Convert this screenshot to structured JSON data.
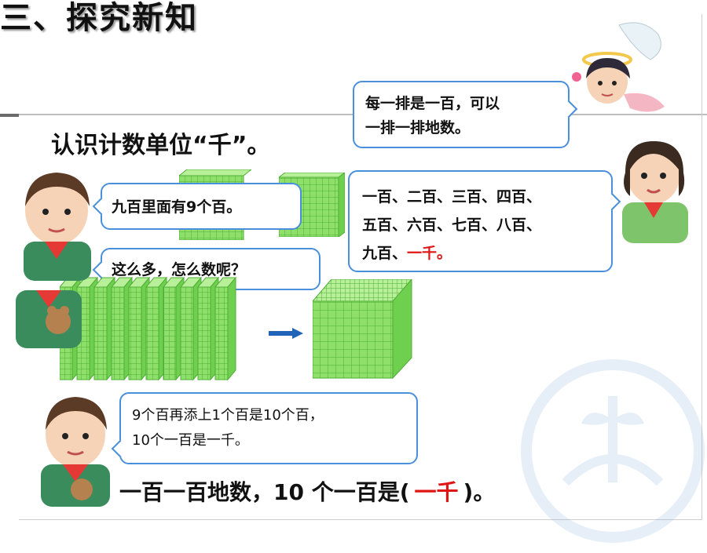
{
  "title": "三、探究新知",
  "subtitle": "认识计数单位“千”。",
  "bubbles": {
    "angel": [
      "每一排是一百，可以",
      "一排一排地数。"
    ],
    "girl": {
      "line1": "一百、二百、三百、四百、",
      "line2": "五百、六百、七百、八百、",
      "line3_prefix": "九百、",
      "line3_red": "一千。"
    },
    "boy1": "九百里面有9个百。",
    "boy2": "这么多，怎么数呢？",
    "boy3": [
      "9个百再添上1个百是10个百，",
      "10个一百是一千。"
    ]
  },
  "conclusion": {
    "prefix": "一百一百地数，10 个一百是(",
    "answer": "一千",
    "suffix": ")。"
  },
  "colors": {
    "bubble_border": "#4a8fdc",
    "answer_red": "#e01515",
    "block_green": "#8ee06a",
    "block_grid": "#4fae35",
    "arrow_blue": "#1f64b8"
  },
  "icons": [
    "boy-illustration",
    "girl-illustration",
    "angel-illustration",
    "hundred-flat-block",
    "thousand-cube-block",
    "right-arrow-icon",
    "watermark-logo"
  ]
}
